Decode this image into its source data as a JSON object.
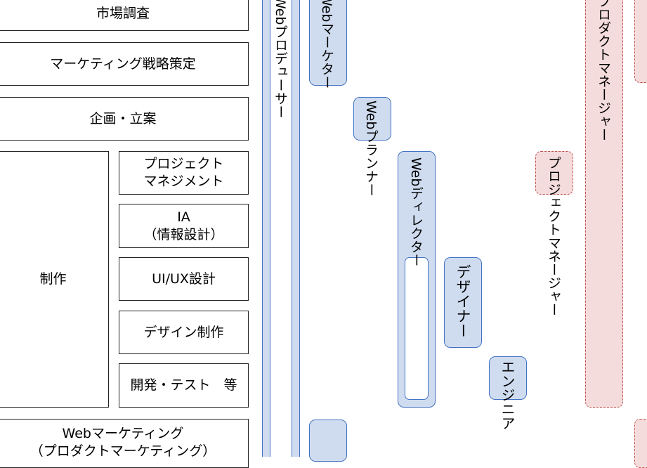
{
  "process_steps": {
    "market_research": "市場調査",
    "marketing_strategy": "マーケティング戦略策定",
    "planning": "企画・立案",
    "production": "制作",
    "production_substeps": [
      "プロジェクト\nマネジメント",
      "IA\n（情報設計）",
      "UI/UX設計",
      "デザイン制作",
      "開発・テスト　等"
    ],
    "web_marketing": "Webマーケティング\n（プロダクトマーケティング）"
  },
  "roles": {
    "web_producer": "Webプロデューサー",
    "web_marketer": "Webマーケター",
    "web_planner": "Webプランナー",
    "web_director": "Webディレクター",
    "designer": "デザイナー",
    "engineer": "エンジニア",
    "project_manager": "プロジェクトマネージャー",
    "product_manager": "プロダクトマネージャー"
  },
  "colors": {
    "blue_fill": "#cfdcef",
    "blue_border": "#4472c4",
    "red_fill": "#f5dcdc",
    "red_border": "#c0504d"
  }
}
